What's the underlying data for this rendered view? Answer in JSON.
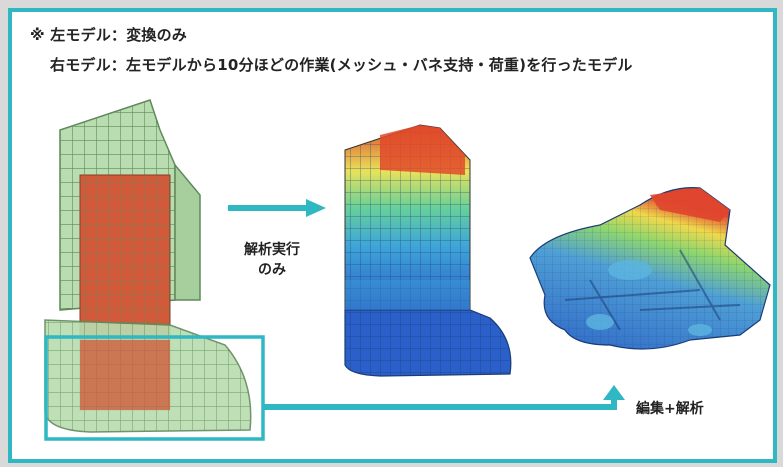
{
  "notes": {
    "line1": "※ 左モデル：変換のみ",
    "line2": "右モデル：左モデルから10分ほどの作業(メッシュ・バネ支持・荷重)を行ったモデル"
  },
  "labels": {
    "run_line1": "解析実行",
    "run_line2": "のみ",
    "edit": "編集+解析"
  },
  "colors": {
    "frame": "#2fb7c3",
    "arrow": "#2fb7c3",
    "model_green": "#b9ddb0",
    "core_red": "#d05a3a"
  }
}
